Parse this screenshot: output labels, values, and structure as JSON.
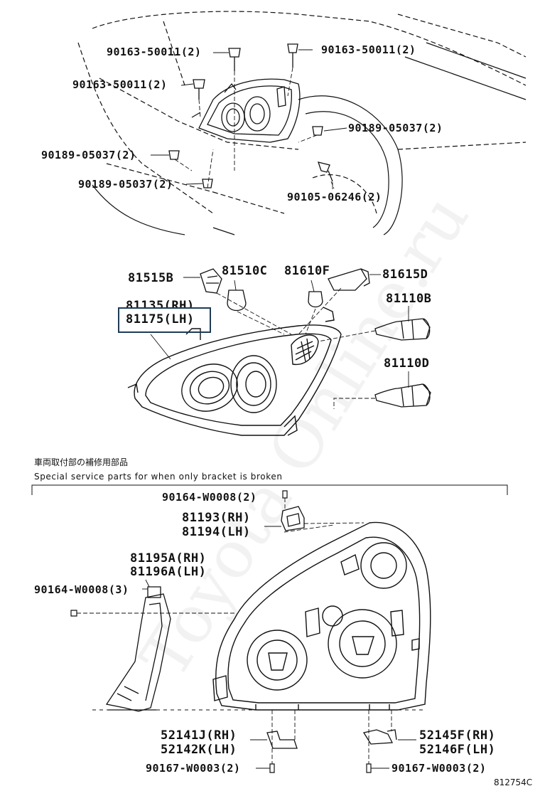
{
  "top_labels": {
    "p1": "90163-50011(2)",
    "p2": "90163-50011(2)",
    "p3": "90163-50011(2)",
    "p4": "90189-05037(2)",
    "p5": "90189-05037(2)",
    "p6": "90189-05037(2)",
    "p7": "90105-06246(2)"
  },
  "mid_labels": {
    "bulb_81515B": "81515B",
    "bulb_81510C": "81510C",
    "bulb_81610F": "81610F",
    "bulb_81615D": "81615D",
    "lamp_rh": "81135(RH)",
    "lamp_lh": "81175(LH)",
    "bulb_81110B": "81110B",
    "bulb_81110D": "81110D"
  },
  "note": {
    "jp": "車両取付部の補修用部品",
    "en": "Special service parts for when only bracket is broken"
  },
  "bottom_labels": {
    "screw_top": "90164-W0008(2)",
    "bracket_rh": "81193(RH)",
    "bracket_lh": "81194(LH)",
    "side_rh": "81195A(RH)",
    "side_lh": "81196A(LH)",
    "screw_side": "90164-W0008(3)",
    "lower_left_rh": "52141J(RH)",
    "lower_left_lh": "52142K(LH)",
    "lower_right_rh": "52145F(RH)",
    "lower_right_lh": "52146F(LH)",
    "clip_left": "90167-W0003(2)",
    "clip_right": "90167-W0003(2)"
  },
  "figure_id": "812754C",
  "watermark": "Toyota Online.ru"
}
